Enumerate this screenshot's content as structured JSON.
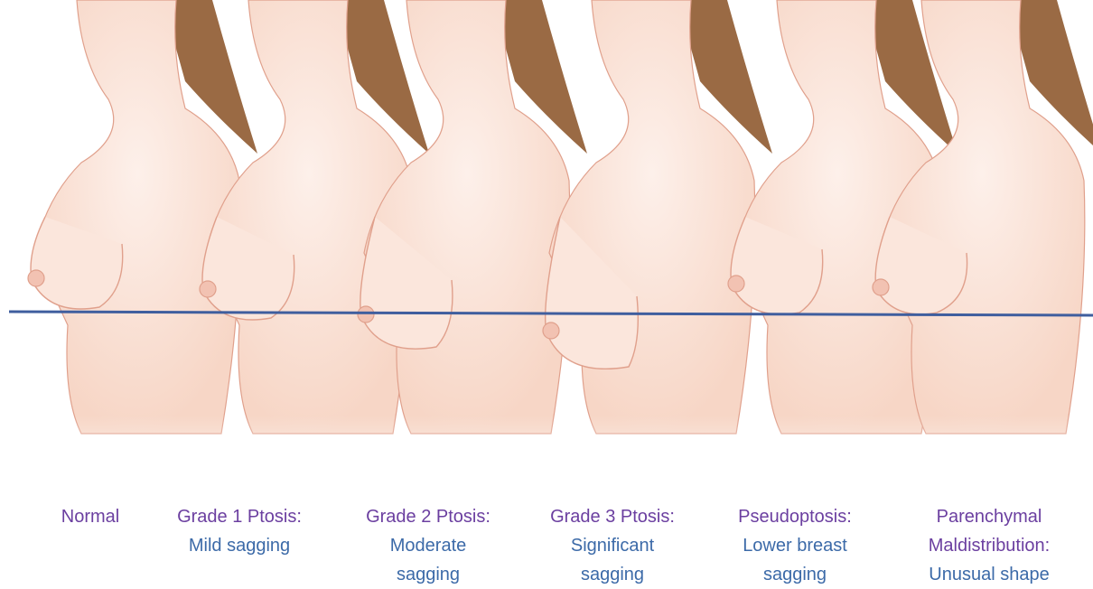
{
  "colors": {
    "title_text": "#6b3fa0",
    "description_text": "#3c6aa8",
    "reference_line": "#3f5e9e",
    "skin_outline": "#e0a08c",
    "skin_fill": "#fbe6dc",
    "hair": "#9a6a44"
  },
  "figures": [
    {
      "title": "Normal",
      "description": ""
    },
    {
      "title": "Grade 1 Ptosis:",
      "description": "Mild sagging"
    },
    {
      "title": "Grade 2 Ptosis:",
      "description": "Moderate sagging"
    },
    {
      "title": "Grade 3 Ptosis:",
      "description": "Significant sagging"
    },
    {
      "title": "Pseudoptosis:",
      "description": "Lower breast sagging"
    },
    {
      "title": "Parenchymal Maldistribution:",
      "description": "Unusual shape"
    }
  ]
}
